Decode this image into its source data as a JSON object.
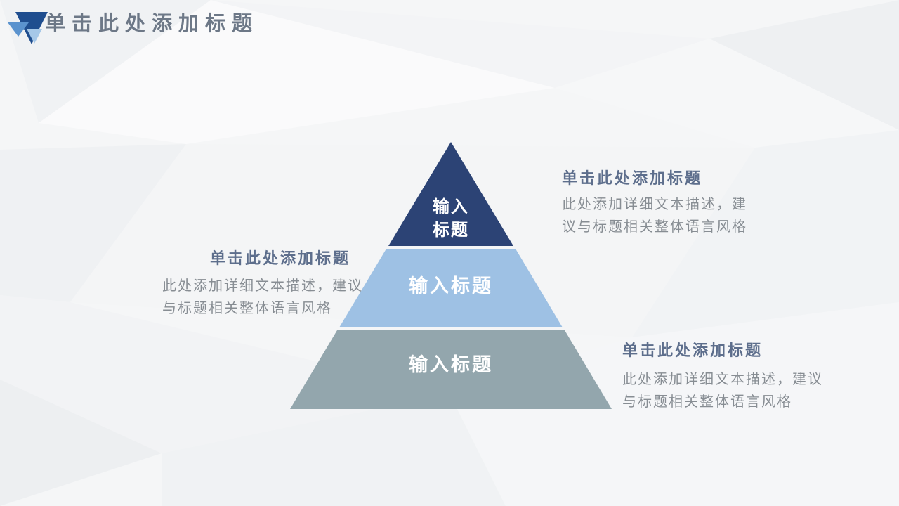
{
  "slide": {
    "title": "单击此处添加标题"
  },
  "logo": {
    "description": "three overlapping downward triangles",
    "colors": {
      "dark": "#1f4e8f",
      "medium": "#5b93ce",
      "light": "#a6c8e8"
    }
  },
  "pyramid": {
    "tiers": [
      {
        "level": 1,
        "color": "#2c4375",
        "lines": [
          "输入",
          "标题"
        ]
      },
      {
        "level": 2,
        "color": "#9ec1e4",
        "lines": [
          "输入标题"
        ]
      },
      {
        "level": 3,
        "color": "#93a6ad",
        "lines": [
          "输入标题"
        ]
      }
    ]
  },
  "callouts": [
    {
      "position": "right-top",
      "heading": "单击此处添加标题",
      "body_lines": [
        "此处添加详细文本描述，建",
        "议与标题相关整体语言风格"
      ]
    },
    {
      "position": "left-middle",
      "heading": "单击此处添加标题",
      "body_lines": [
        "此处添加详细文本描述，建议",
        "与标题相关整体语言风格"
      ]
    },
    {
      "position": "right-bottom",
      "heading": "单击此处添加标题",
      "body_lines": [
        "此处添加详细文本描述，建议",
        "与标题相关整体语言风格"
      ]
    }
  ],
  "colors": {
    "background": "#f5f6f7",
    "title_text": "#6d7887",
    "heading_text": "#5d6e8c",
    "body_text": "#878d93",
    "tier_label_text": "#ffffff"
  }
}
